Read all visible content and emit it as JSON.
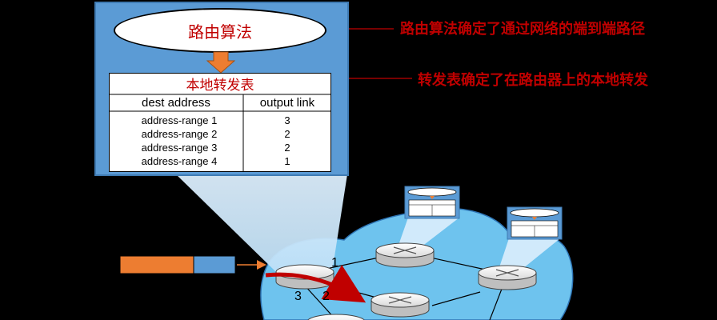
{
  "routing_algorithm": {
    "label": "路由算法"
  },
  "forwarding_table": {
    "title": "本地转发表",
    "headers": [
      "dest address",
      "output link"
    ],
    "rows": [
      {
        "dest": "address-range 1",
        "link": "3"
      },
      {
        "dest": "address-range 2",
        "link": "2"
      },
      {
        "dest": "address-range 3",
        "link": "2"
      },
      {
        "dest": "address-range 4",
        "link": "1"
      }
    ]
  },
  "annotations": {
    "routing": "路由算法确定了通过网络的端到端路径",
    "forwarding": "转发表确定了在路由器上的本地转发"
  },
  "ports": {
    "p1": "1",
    "p2": "2",
    "p3": "3"
  },
  "colors": {
    "panel_blue": "#5b9bd5",
    "cloud_blue": "#6ec3ee",
    "accent_red": "#c00000",
    "arrow_orange": "#ed7d31",
    "background": "#000000"
  }
}
